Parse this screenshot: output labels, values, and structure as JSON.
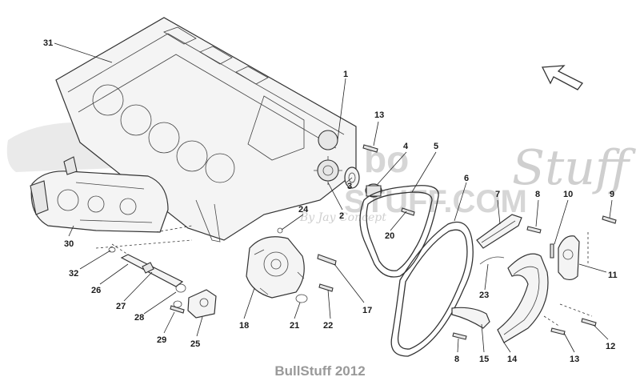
{
  "footer_text": "BullStuff 2012",
  "watermark": {
    "part1": "bo",
    "part2": "Stuff",
    "part3": "STUFF.COM",
    "tagline": "By Jay Concept"
  },
  "callouts": [
    "31",
    "1",
    "13",
    "4",
    "5",
    "6",
    "7",
    "8",
    "10",
    "9",
    "2",
    "20",
    "24",
    "3",
    "30",
    "32",
    "26",
    "27",
    "28",
    "29",
    "25",
    "18",
    "21",
    "22",
    "17",
    "23",
    "11",
    "15",
    "14",
    "8",
    "13",
    "12"
  ],
  "colors": {
    "line": "#333333",
    "part_fill": "#f4f4f4",
    "watermark": "#d8d8d8",
    "footer": "#999999"
  }
}
